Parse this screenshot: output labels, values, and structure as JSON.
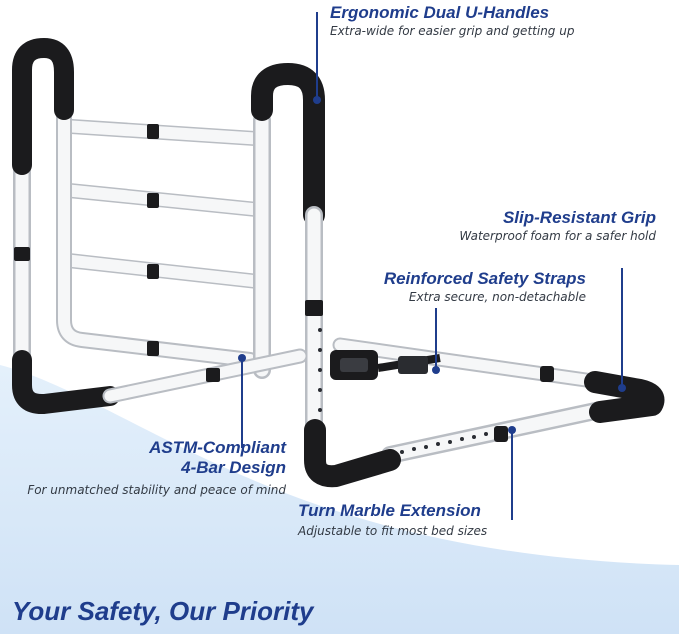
{
  "colors": {
    "accent": "#1f3d8c",
    "frame_white": "#f4f5f7",
    "foam_black": "#1b1b1d",
    "wave_light": "#dcebfa"
  },
  "callouts": {
    "handles": {
      "title": "Ergonomic Dual U-Handles",
      "subtitle": "Extra-wide for easier grip and getting up"
    },
    "grip": {
      "title": "Slip-Resistant Grip",
      "subtitle": "Waterproof foam for a safer hold"
    },
    "straps": {
      "title": "Reinforced Safety Straps",
      "subtitle": "Extra secure, non-detachable"
    },
    "astm": {
      "title_line1": "ASTM-Compliant",
      "title_line2": "4-Bar Design",
      "subtitle": "For unmatched stability and peace of mind"
    },
    "extension": {
      "title": "Turn Marble Extension",
      "subtitle": "Adjustable to fit most bed sizes"
    }
  },
  "footer": {
    "tagline": "Your Safety, Our Priority"
  }
}
